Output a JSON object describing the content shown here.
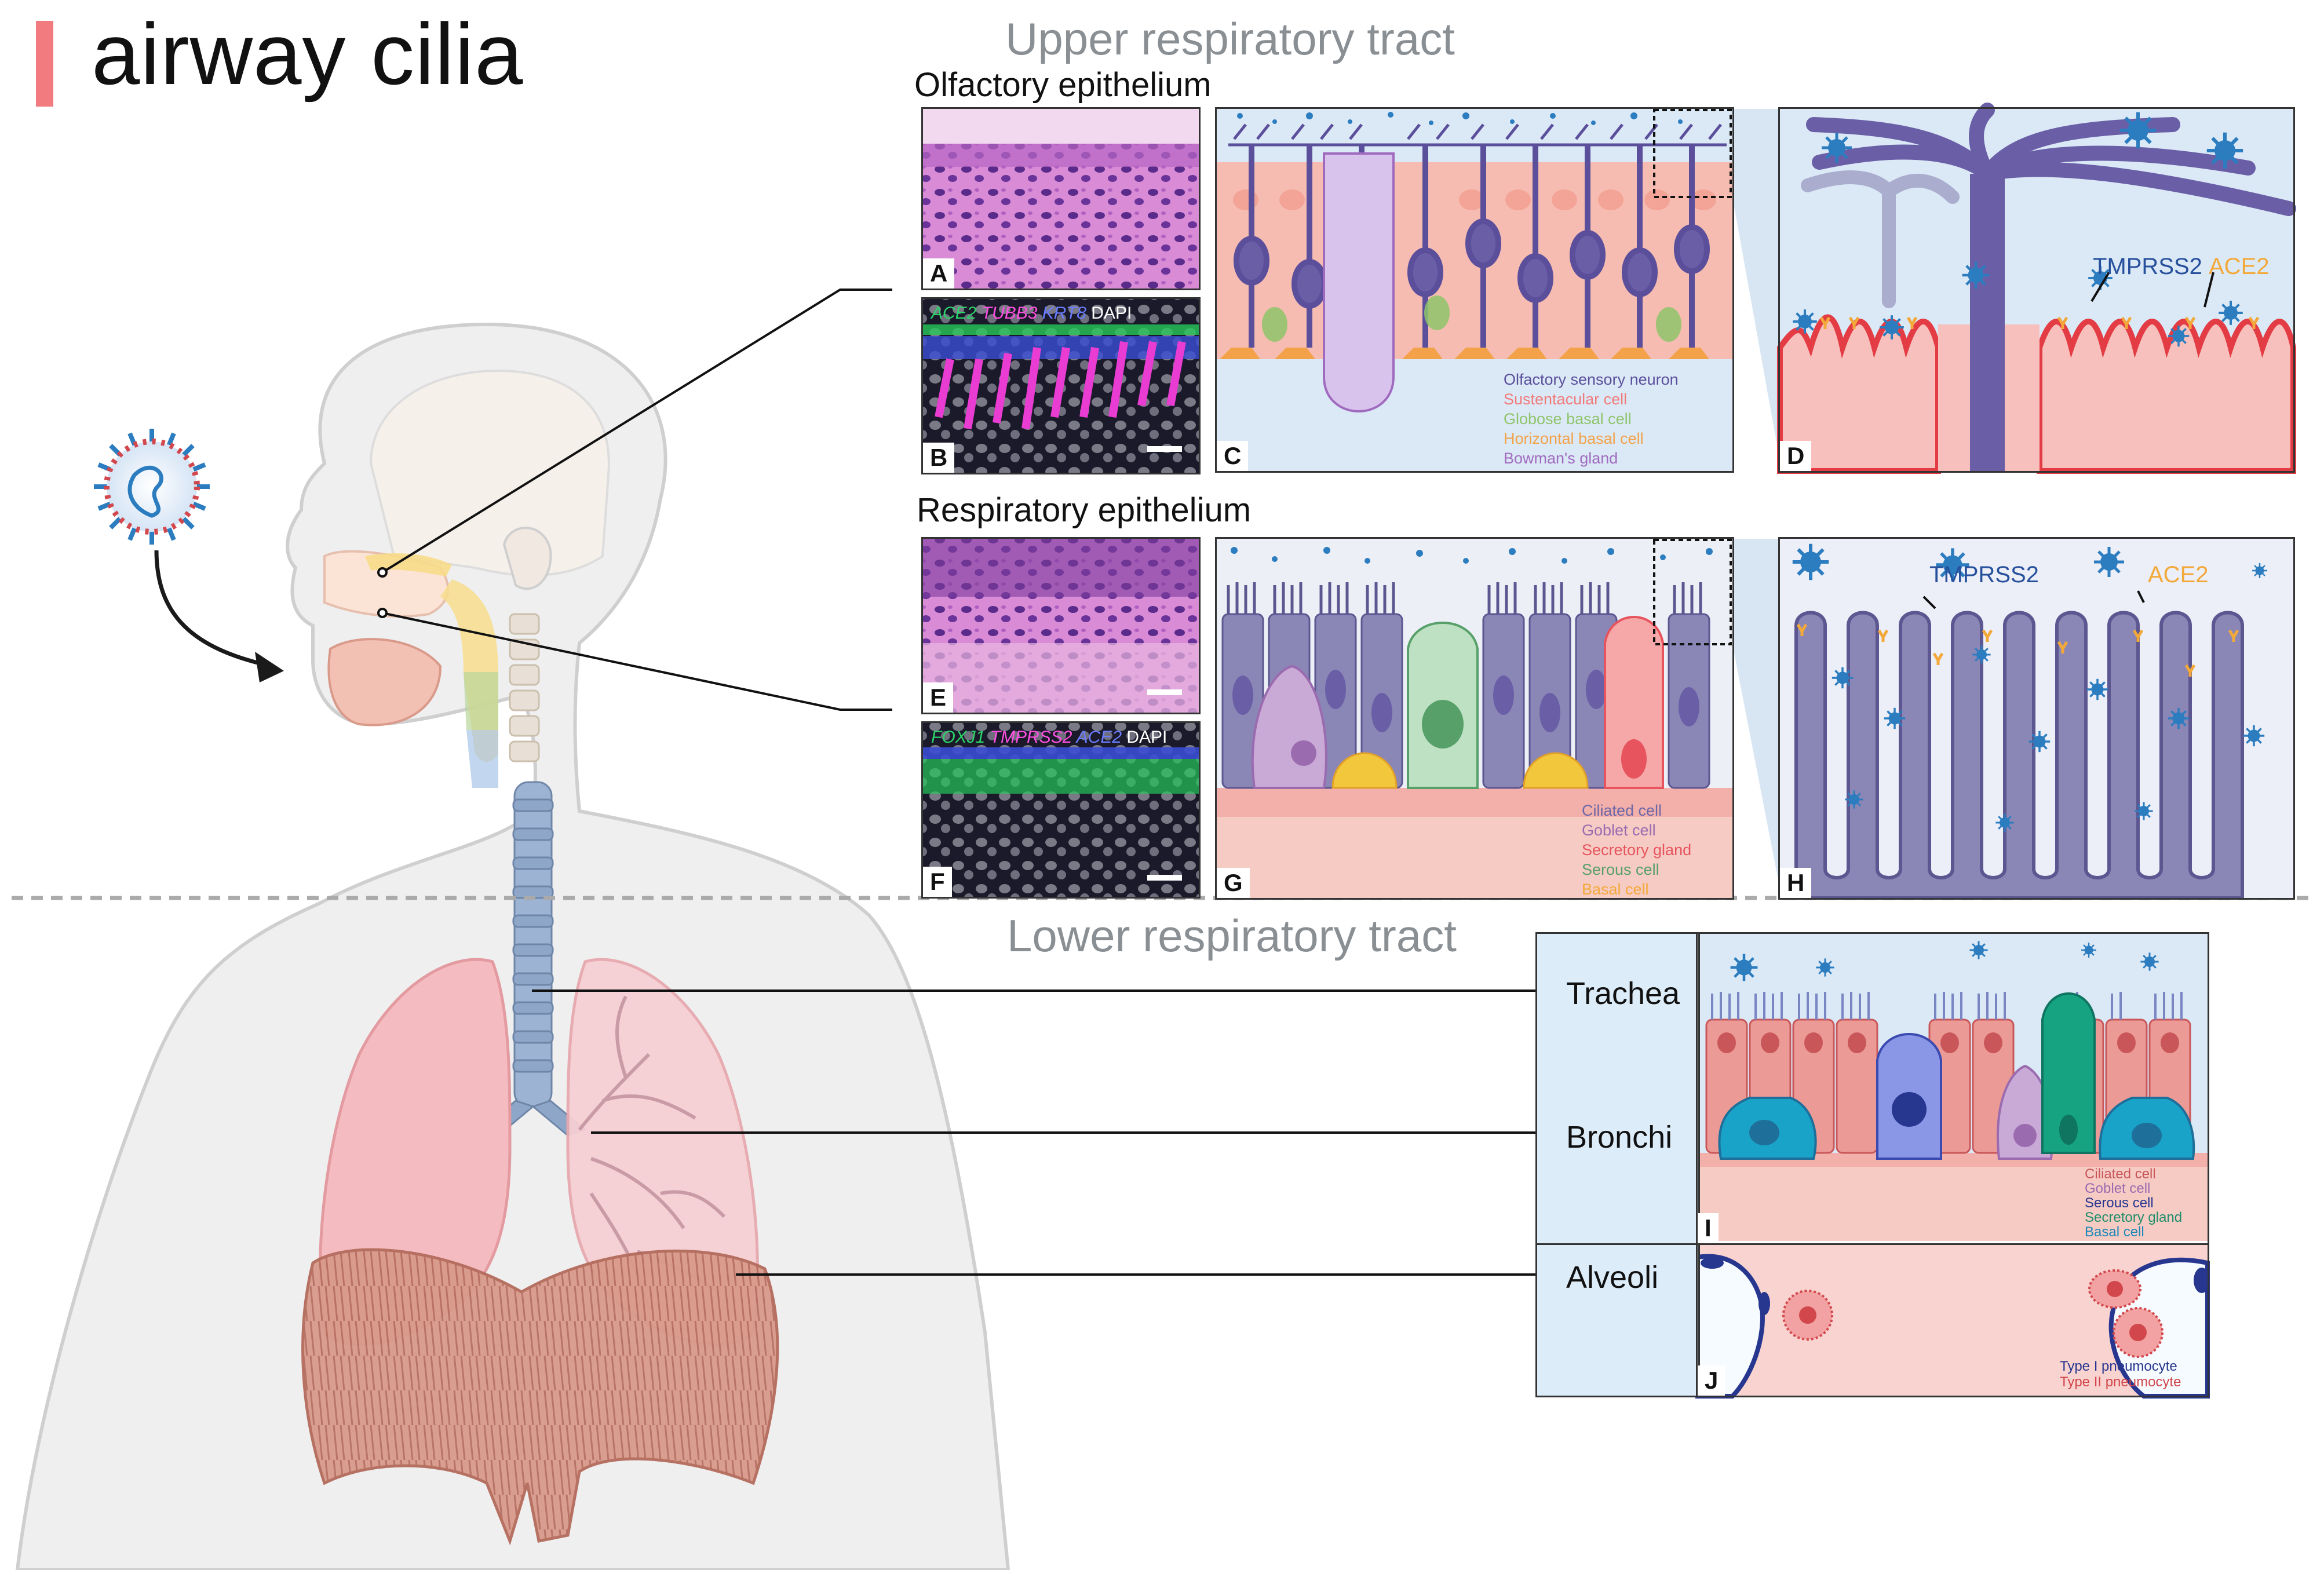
{
  "title": "airway cilia",
  "upper_title": "Upper respiratory tract",
  "lower_title": "Lower respiratory tract",
  "olfactory_title": "Olfactory epithelium",
  "respiratory_title": "Respiratory epithelium",
  "panels": {
    "A": "A",
    "B": "B",
    "C": "C",
    "D": "D",
    "E": "E",
    "F": "F",
    "G": "G",
    "H": "H",
    "I": "I",
    "J": "J"
  },
  "stain_B": {
    "ace2": "ACE2",
    "tubb3": "TUBB3",
    "krt8": "KRT8",
    "dapi": "DAPI"
  },
  "stain_F": {
    "foxj1": "FOXJ1",
    "tmprss2": "TMPRSS2",
    "ace2": "ACE2",
    "dapi": "DAPI"
  },
  "legend_C": [
    {
      "label": "Olfactory sensory neuron",
      "color": "#5b4f9c"
    },
    {
      "label": "Sustentacular cell",
      "color": "#f07b7b"
    },
    {
      "label": "Globose basal cell",
      "color": "#8fc46b"
    },
    {
      "label": "Horizontal basal cell",
      "color": "#f3a24a"
    },
    {
      "label": "Bowman's gland",
      "color": "#a06bbf"
    }
  ],
  "legend_G": [
    {
      "label": "Ciliated cell",
      "color": "#6c67a8"
    },
    {
      "label": "Goblet cell",
      "color": "#9b6bb0"
    },
    {
      "label": "Secretory gland",
      "color": "#e7545d"
    },
    {
      "label": "Serous cell",
      "color": "#58a06a"
    },
    {
      "label": "Basal cell",
      "color": "#f3a93a"
    }
  ],
  "legend_I": [
    {
      "label": "Ciliated cell",
      "color": "#c9575a"
    },
    {
      "label": "Goblet cell",
      "color": "#9b6bb0"
    },
    {
      "label": "Serous cell",
      "color": "#27378f"
    },
    {
      "label": "Secretory gland",
      "color": "#1f8d6a"
    },
    {
      "label": "Basal cell",
      "color": "#1e88b8"
    }
  ],
  "legend_J": [
    {
      "label": "Type I pneumocyte",
      "color": "#27378f"
    },
    {
      "label": "Type II pneumocyte",
      "color": "#d2474c"
    }
  ],
  "receptor_labels": {
    "tmprss2": "TMPRSS2",
    "ace2": "ACE2"
  },
  "regions": {
    "trachea": "Trachea",
    "bronchi": "Bronchi",
    "alveoli": "Alveoli"
  },
  "colors": {
    "title_accent": "#f27b7f",
    "section_gray": "#8a8f94",
    "neuron": "#6a5fa7",
    "sustentacular": "#f6b8ae",
    "virus": "#2c7dc0",
    "ace2": "#f3a93a",
    "tmprss2": "#27509c"
  }
}
